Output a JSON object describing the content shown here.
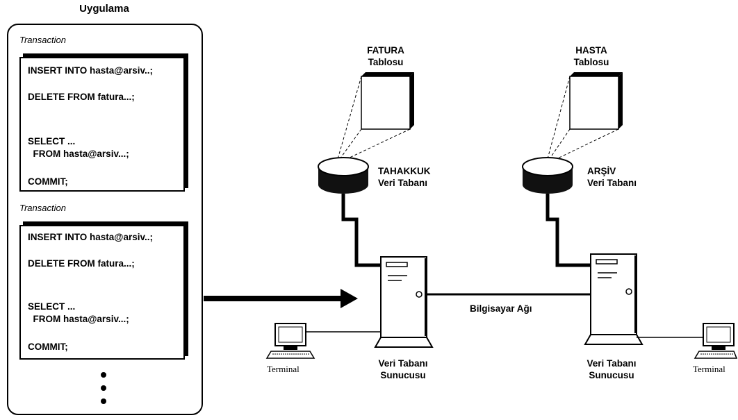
{
  "app": {
    "title": "Uygulama",
    "transactions": [
      {
        "label": "Transaction",
        "lines": [
          "INSERT INTO hasta@arsiv..;",
          "DELETE FROM fatura...;",
          "SELECT ...",
          "  FROM hasta@arsiv...;",
          "COMMIT;"
        ]
      },
      {
        "label": "Transaction",
        "lines": [
          "INSERT INTO hasta@arsiv..;",
          "DELETE FROM fatura...;",
          "SELECT ...",
          "  FROM hasta@arsiv...;",
          "COMMIT;"
        ]
      }
    ]
  },
  "left_site": {
    "table_title": "FATURA",
    "table_sub": "Tablosu",
    "db_name": "TAHAKKUK",
    "db_sub": "Veri Tabanı",
    "server_line1": "Veri Tabanı",
    "server_line2": "Sunucusu",
    "terminal": "Terminal"
  },
  "right_site": {
    "table_title": "HASTA",
    "table_sub": "Tablosu",
    "db_name": "ARŞİV",
    "db_sub": "Veri Tabanı",
    "server_line1": "Veri Tabanı",
    "server_line2": "Sunucusu",
    "terminal": "Terminal"
  },
  "network_label": "Bilgisayar Ağı"
}
